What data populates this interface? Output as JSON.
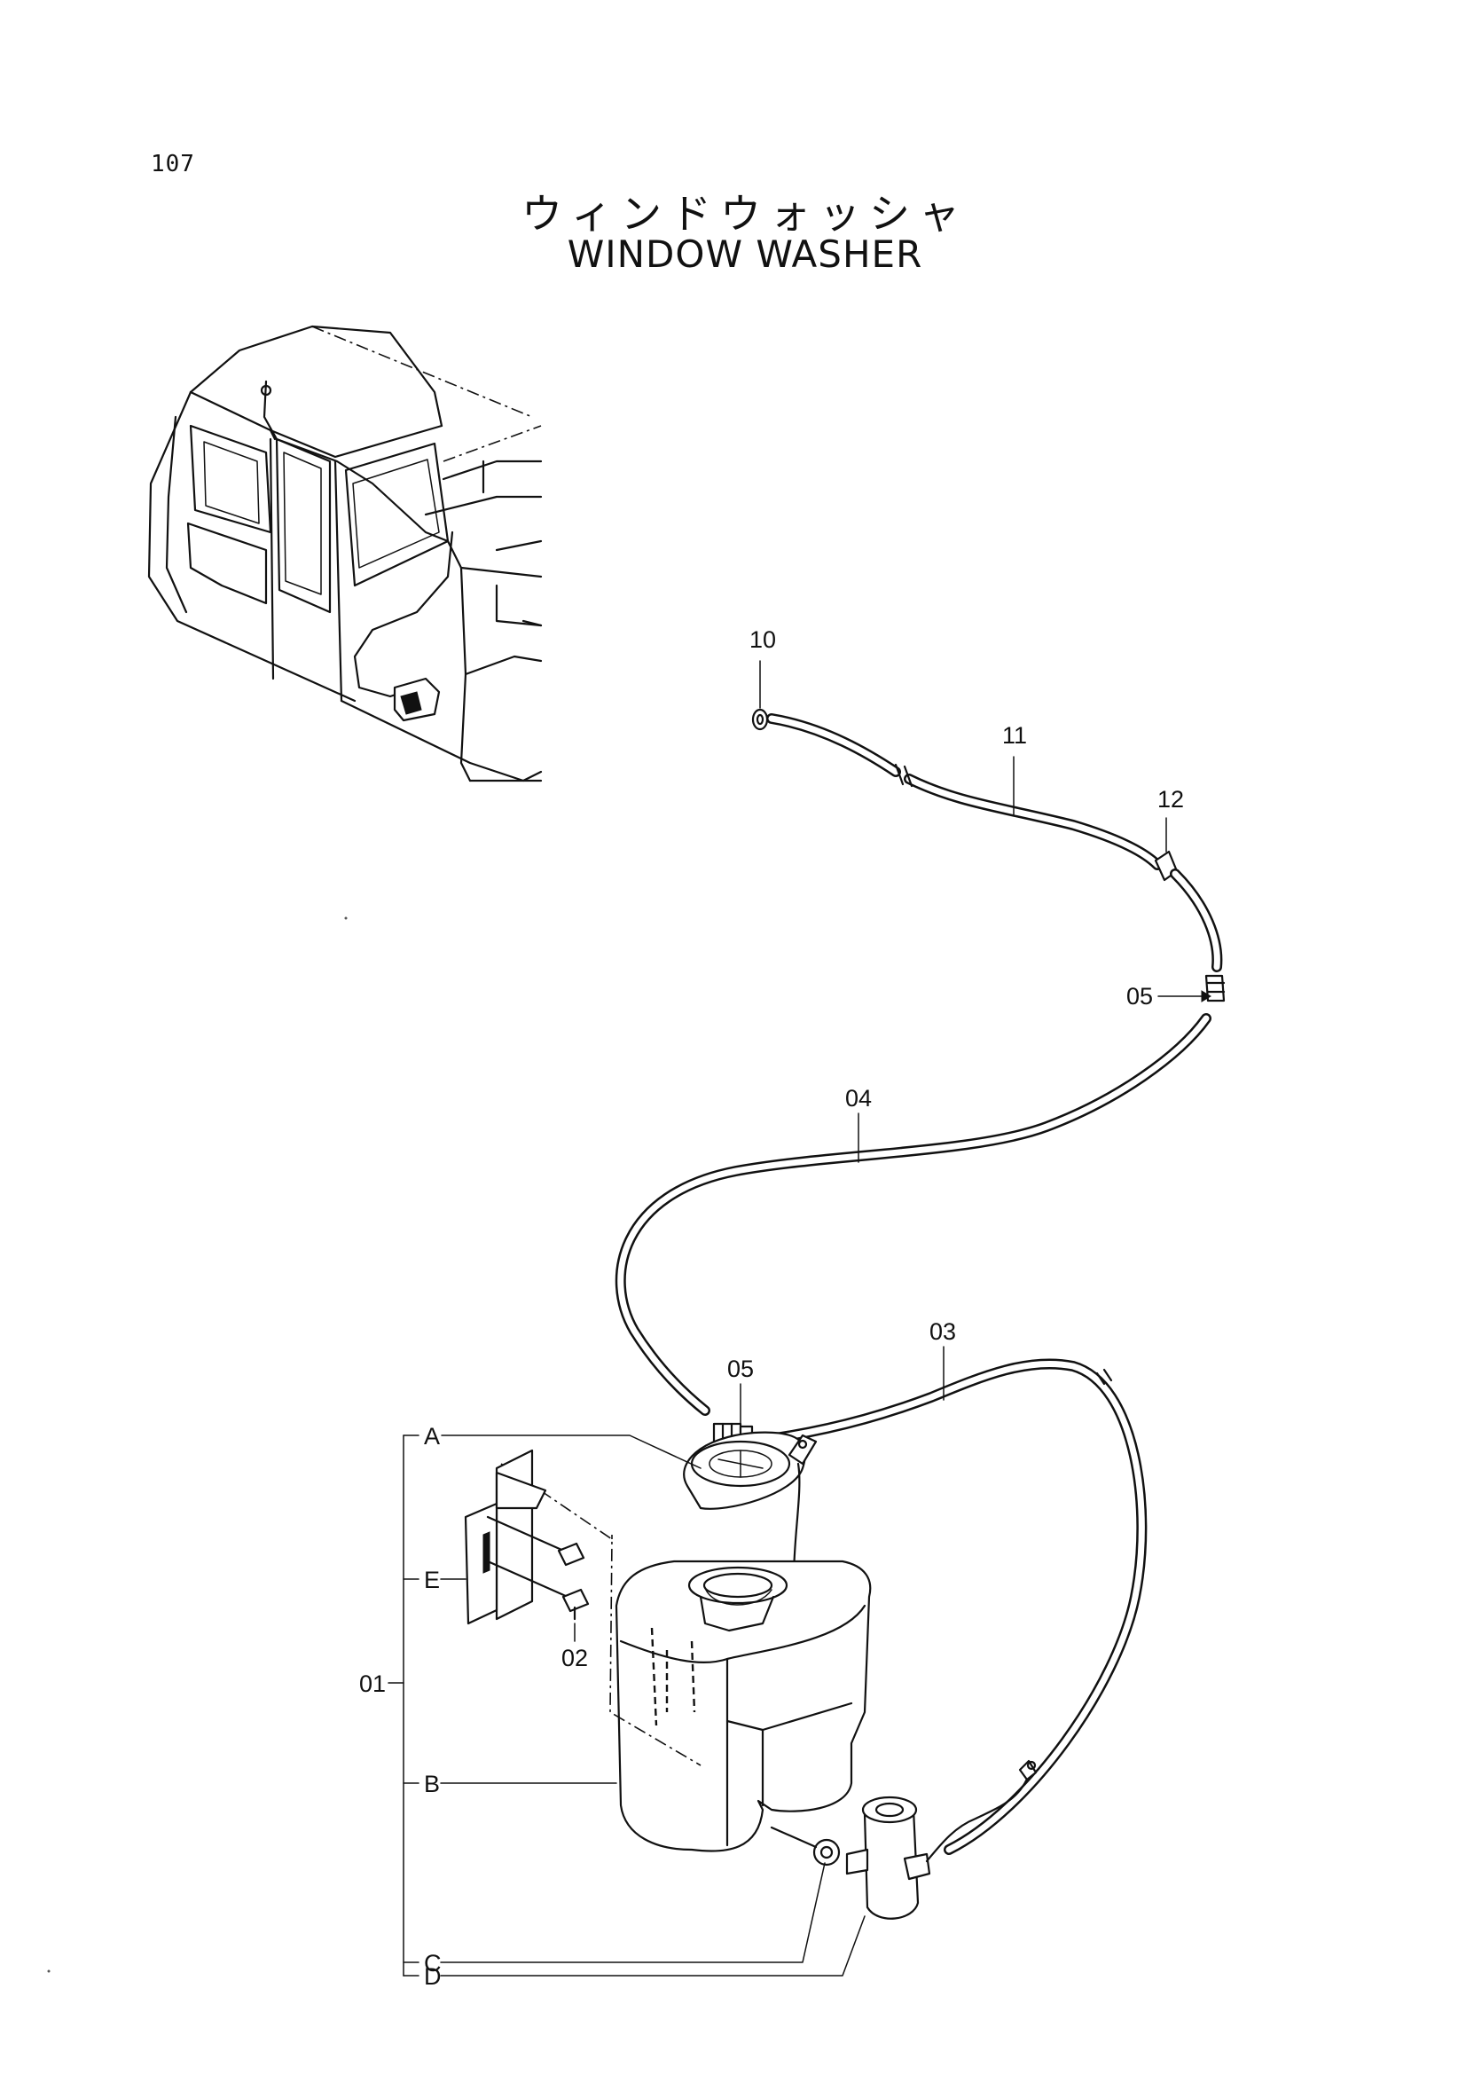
{
  "page_number": "107",
  "title_jp": "ウィンドウォッシャ",
  "title_en": "WINDOW WASHER",
  "callouts": {
    "p10": "10",
    "p11": "11",
    "p12": "12",
    "p05_upper": "05",
    "p04": "04",
    "p03": "03",
    "p05_lower": "05",
    "pA": "A",
    "pE": "E",
    "p02": "02",
    "p01": "01",
    "pB": "B",
    "pC": "C",
    "pD": "D"
  }
}
